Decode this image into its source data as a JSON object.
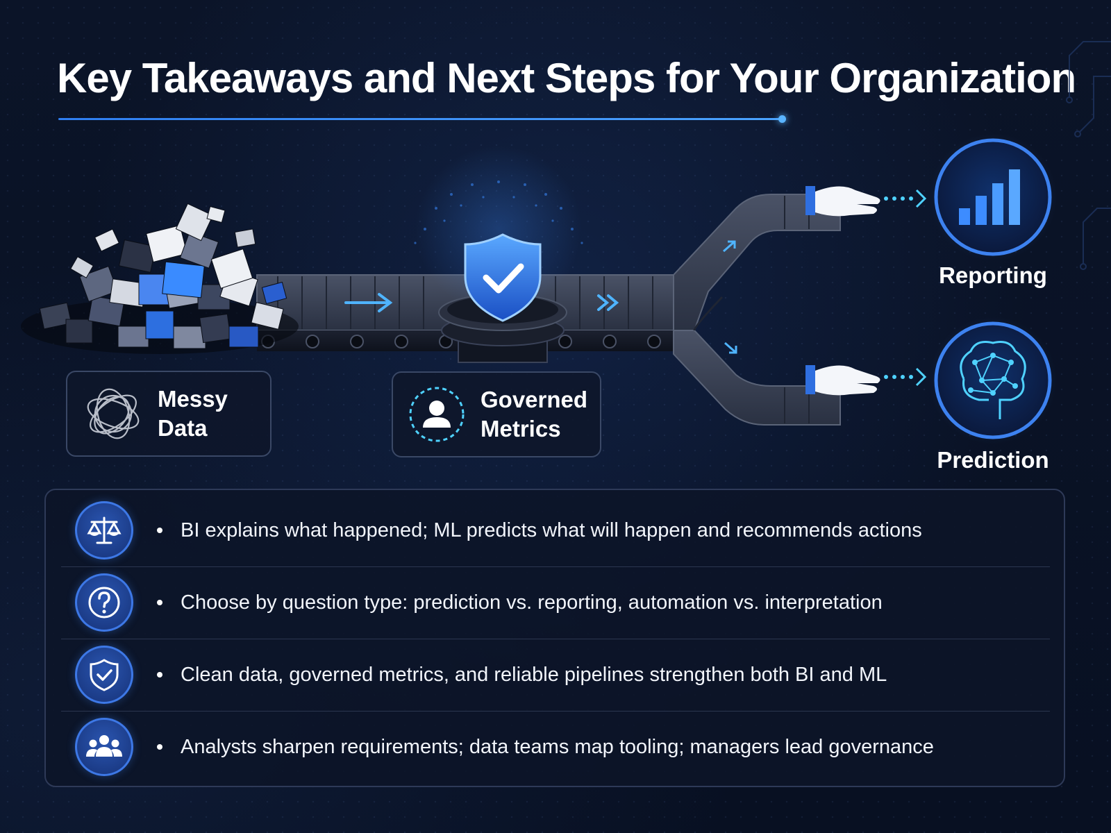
{
  "title": "Key Takeaways and Next Steps for Your Organization",
  "stages": {
    "messy": "Messy\nData",
    "governed": "Governed\nMetrics"
  },
  "outputs": {
    "reporting": "Reporting",
    "prediction": "Prediction"
  },
  "takeaways": [
    {
      "icon": "scales-icon",
      "text": "BI explains what happened; ML predicts what will happen and recommends actions"
    },
    {
      "icon": "question-icon",
      "text": "Choose by question type: prediction vs. reporting, automation vs. interpretation"
    },
    {
      "icon": "shield-check-icon",
      "text": "Clean data, governed metrics, and reliable pipelines strengthen both BI and ML"
    },
    {
      "icon": "team-icon",
      "text": "Analysts sharpen requirements; data teams map tooling; managers lead governance"
    }
  ],
  "colors": {
    "background": "#0a1224",
    "accent": "#2f7ef0",
    "accent_light": "#4fd2ff",
    "card_border": "#3a4866"
  }
}
